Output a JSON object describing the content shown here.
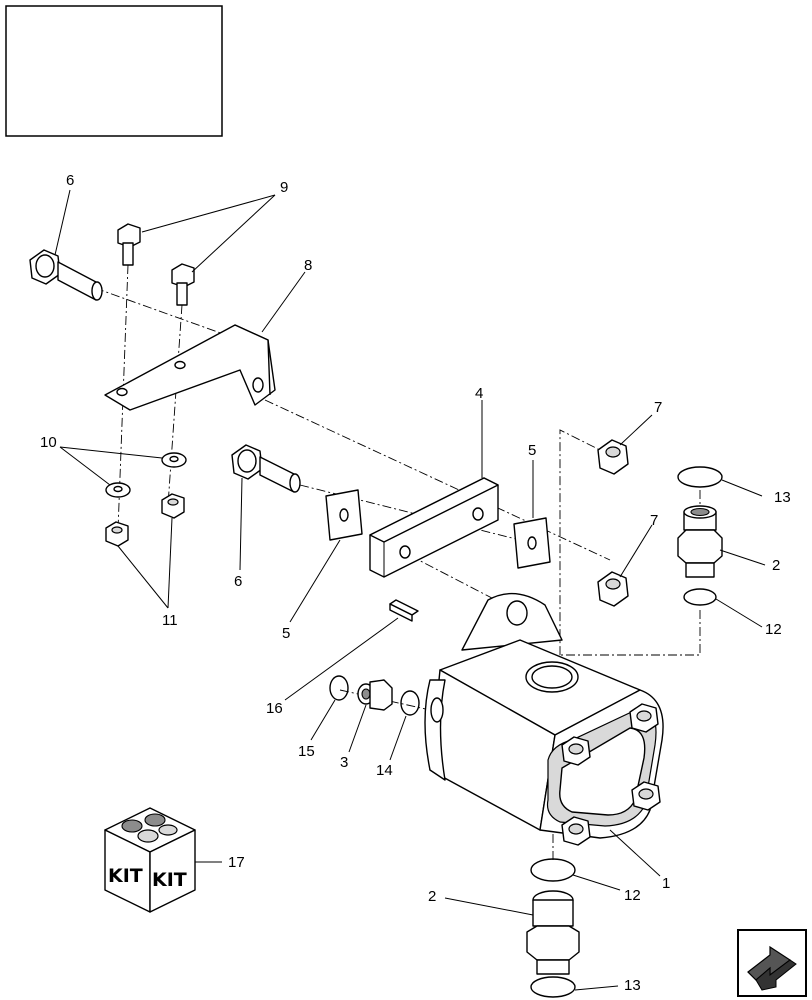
{
  "callouts": {
    "c1": "1",
    "c2a": "2",
    "c2b": "2",
    "c3": "3",
    "c4": "4",
    "c5a": "5",
    "c5b": "5",
    "c6a": "6",
    "c6b": "6",
    "c7a": "7",
    "c7b": "7",
    "c8": "8",
    "c9": "9",
    "c10": "10",
    "c11": "11",
    "c12a": "12",
    "c12b": "12",
    "c13a": "13",
    "c13b": "13",
    "c14": "14",
    "c15": "15",
    "c16": "16",
    "c17": "17"
  },
  "kit": {
    "left": "KIT",
    "right": "KIT"
  },
  "icons": {
    "nav": "next-page-arrow-icon"
  }
}
